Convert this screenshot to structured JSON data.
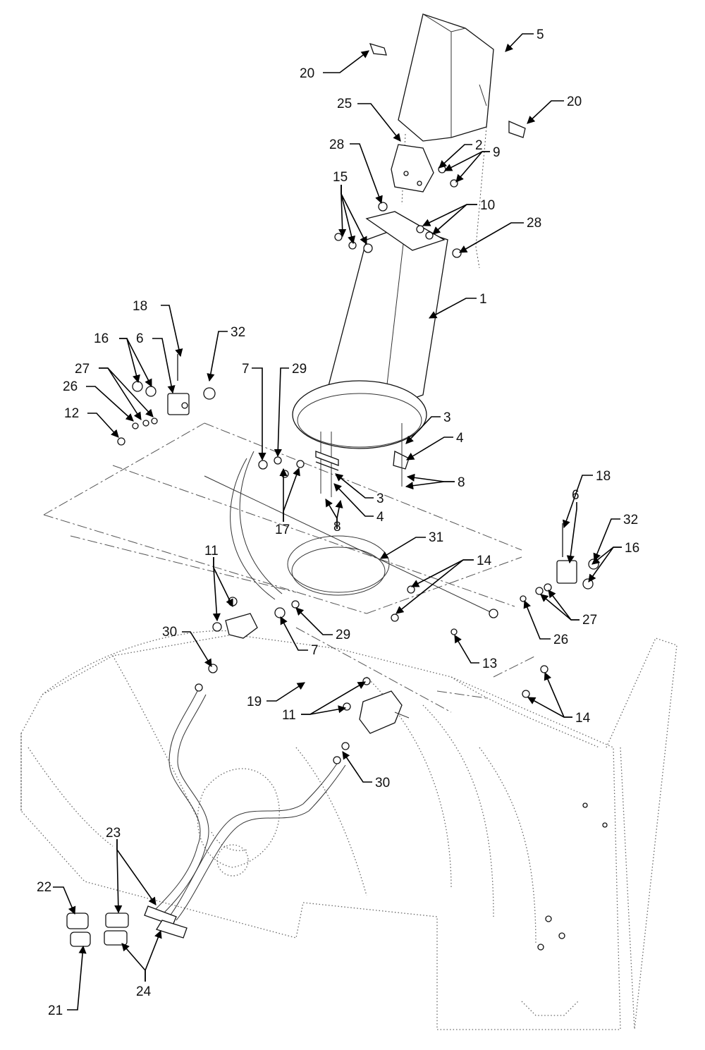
{
  "callouts": [
    {
      "id": "c1",
      "label": "1"
    },
    {
      "id": "c2",
      "label": "2"
    },
    {
      "id": "c3a",
      "label": "3"
    },
    {
      "id": "c3b",
      "label": "3"
    },
    {
      "id": "c4a",
      "label": "4"
    },
    {
      "id": "c4b",
      "label": "4"
    },
    {
      "id": "c5",
      "label": "5"
    },
    {
      "id": "c6a",
      "label": "6"
    },
    {
      "id": "c6b",
      "label": "6"
    },
    {
      "id": "c7a",
      "label": "7"
    },
    {
      "id": "c7b",
      "label": "7"
    },
    {
      "id": "c8a",
      "label": "8"
    },
    {
      "id": "c8b",
      "label": "8"
    },
    {
      "id": "c9",
      "label": "9"
    },
    {
      "id": "c10",
      "label": "10"
    },
    {
      "id": "c11a",
      "label": "11"
    },
    {
      "id": "c11b",
      "label": "11"
    },
    {
      "id": "c12",
      "label": "12"
    },
    {
      "id": "c13",
      "label": "13"
    },
    {
      "id": "c14a",
      "label": "14"
    },
    {
      "id": "c14b",
      "label": "14"
    },
    {
      "id": "c15",
      "label": "15"
    },
    {
      "id": "c16a",
      "label": "16"
    },
    {
      "id": "c16b",
      "label": "16"
    },
    {
      "id": "c17",
      "label": "17"
    },
    {
      "id": "c18a",
      "label": "18"
    },
    {
      "id": "c18b",
      "label": "18"
    },
    {
      "id": "c19",
      "label": "19"
    },
    {
      "id": "c20a",
      "label": "20"
    },
    {
      "id": "c20b",
      "label": "20"
    },
    {
      "id": "c21",
      "label": "21"
    },
    {
      "id": "c22",
      "label": "22"
    },
    {
      "id": "c23",
      "label": "23"
    },
    {
      "id": "c24",
      "label": "24"
    },
    {
      "id": "c25",
      "label": "25"
    },
    {
      "id": "c26a",
      "label": "26"
    },
    {
      "id": "c26b",
      "label": "26"
    },
    {
      "id": "c27a",
      "label": "27"
    },
    {
      "id": "c27b",
      "label": "27"
    },
    {
      "id": "c28a",
      "label": "28"
    },
    {
      "id": "c28b",
      "label": "28"
    },
    {
      "id": "c29a",
      "label": "29"
    },
    {
      "id": "c29b",
      "label": "29"
    },
    {
      "id": "c30a",
      "label": "30"
    },
    {
      "id": "c30b",
      "label": "30"
    },
    {
      "id": "c31",
      "label": "31"
    },
    {
      "id": "c32a",
      "label": "32"
    },
    {
      "id": "c32b",
      "label": "32"
    }
  ]
}
